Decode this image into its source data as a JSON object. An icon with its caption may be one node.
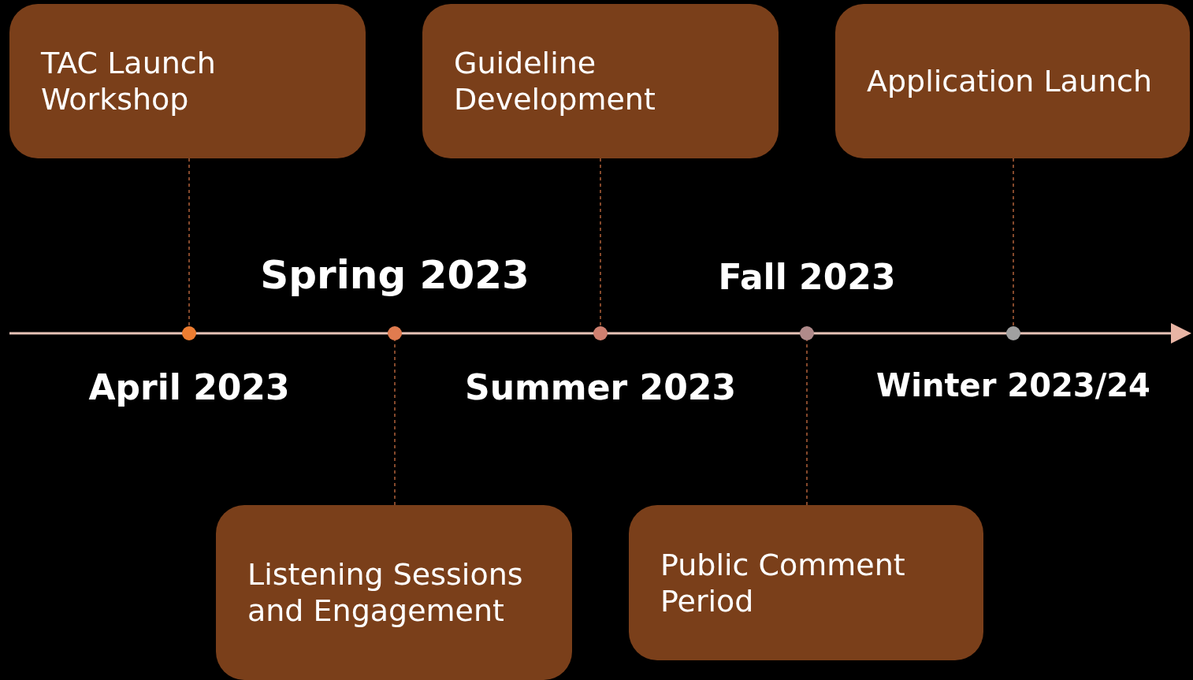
{
  "diagram": {
    "nodes": [
      {
        "text": [
          "TAC Launch Workshop"
        ]
      },
      {
        "text": [
          "Guideline Development"
        ]
      },
      {
        "text": [
          "Application Launch"
        ]
      },
      {
        "text": [
          "Listening Sessions and Engagement"
        ]
      },
      {
        "text": [
          "Public Comment Period"
        ]
      },
      {
        "text": [],
        "shape": "circle",
        "beside": [
          "April 2023"
        ]
      },
      {
        "text": [],
        "shape": "circle",
        "beside": [
          "Spring 2023"
        ]
      },
      {
        "text": [],
        "shape": "circle",
        "beside": [
          "Summer 2023"
        ]
      },
      {
        "text": [],
        "shape": "circle",
        "beside": [
          "Fall 2023"
        ]
      },
      {
        "text": [],
        "shape": "circle",
        "beside": [
          "Winter 2023/24"
        ]
      }
    ],
    "edges": [
      {
        "from": 0,
        "to": 5,
        "arrow": "none",
        "style": "dashed"
      },
      {
        "from": 3,
        "to": 6,
        "arrow": "none",
        "style": "dashed"
      },
      {
        "from": 1,
        "to": 7,
        "arrow": "none",
        "style": "dashed"
      },
      {
        "from": 4,
        "to": 8,
        "arrow": "none",
        "style": "dashed"
      },
      {
        "from": 2,
        "to": 9,
        "arrow": "none",
        "style": "dashed"
      }
    ]
  }
}
